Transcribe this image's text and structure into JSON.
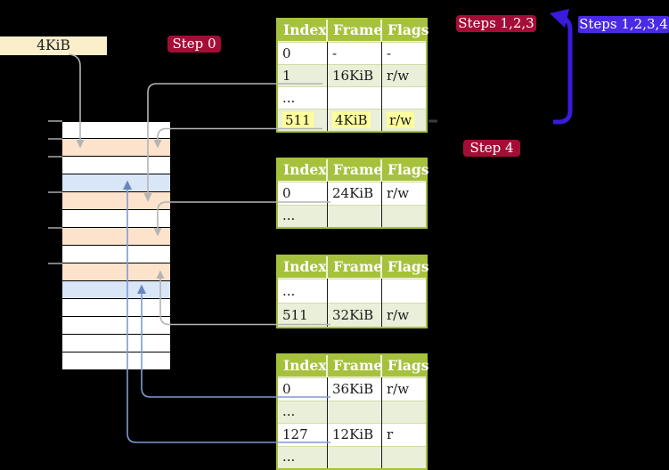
{
  "labels": {
    "frame_label": "4KiB",
    "step0": "Step 0",
    "steps123": "Steps 1,2,3",
    "steps1234": "Steps 1,2,3,4",
    "step4": "Step 4"
  },
  "tables": [
    {
      "columns": [
        "Index",
        "Frame",
        "Flags"
      ],
      "rows": [
        {
          "cells": [
            "0",
            "-",
            "-"
          ],
          "shade": false,
          "highlight": false
        },
        {
          "cells": [
            "1",
            "16KiB",
            "r/w"
          ],
          "shade": true,
          "highlight": false
        },
        {
          "cells": [
            "...",
            "",
            ""
          ],
          "shade": false,
          "highlight": false
        },
        {
          "cells": [
            "511",
            "4KiB",
            "r/w"
          ],
          "shade": true,
          "highlight": true
        }
      ]
    },
    {
      "columns": [
        "Index",
        "Frame",
        "Flags"
      ],
      "rows": [
        {
          "cells": [
            "0",
            "24KiB",
            "r/w"
          ],
          "shade": false,
          "highlight": false
        },
        {
          "cells": [
            "...",
            "",
            ""
          ],
          "shade": true,
          "highlight": false
        }
      ]
    },
    {
      "columns": [
        "Index",
        "Frame",
        "Flags"
      ],
      "rows": [
        {
          "cells": [
            "...",
            "",
            ""
          ],
          "shade": false,
          "highlight": false
        },
        {
          "cells": [
            "511",
            "32KiB",
            "r/w"
          ],
          "shade": true,
          "highlight": false
        }
      ]
    },
    {
      "columns": [
        "Index",
        "Frame",
        "Flags"
      ],
      "rows": [
        {
          "cells": [
            "0",
            "36KiB",
            "r/w"
          ],
          "shade": false,
          "highlight": false
        },
        {
          "cells": [
            "...",
            "",
            ""
          ],
          "shade": true,
          "highlight": false
        },
        {
          "cells": [
            "127",
            "12KiB",
            "r"
          ],
          "shade": false,
          "highlight": false
        },
        {
          "cells": [
            "...",
            "",
            ""
          ],
          "shade": true,
          "highlight": false
        }
      ]
    }
  ],
  "memory": {
    "rows": [
      "white",
      "orange",
      "white",
      "blue",
      "orange",
      "white",
      "orange",
      "white",
      "orange",
      "blue",
      "white",
      "white",
      "white",
      "white"
    ],
    "tick_row_indices": [
      0,
      1,
      2,
      4,
      6,
      8
    ]
  },
  "colors": {
    "background": "#000000",
    "table_header_green": "#a6c23c",
    "table_row_green": "#e9efd8",
    "highlight_yellow": "#feff9c",
    "frame_orange": "#fde3cc",
    "frame_blue": "#d9e6f7",
    "badge_red": "#a60d36",
    "badge_blue": "#4b2ae4",
    "recursive_arrow_blue": "#3a1add",
    "connector_gray": "#b4b4b4",
    "connector_blue": "#7d9bd2",
    "label_beige": "#fbeecb"
  }
}
